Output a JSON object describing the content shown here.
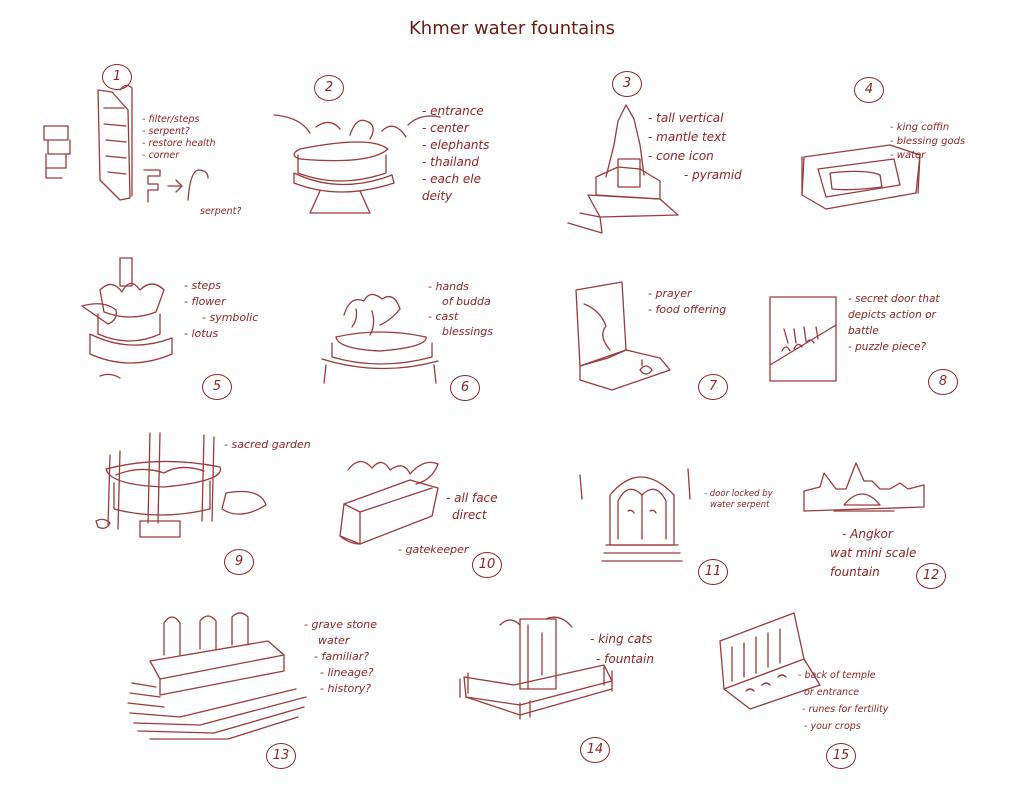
{
  "title": "Khmer water fountains",
  "sketches": [
    {
      "number": "1",
      "notes": [
        "- filter/steps",
        "- serpent?",
        "- restore health",
        "- corner"
      ],
      "extra": "serpent?"
    },
    {
      "number": "2",
      "notes": [
        "- entrance",
        "- center",
        "- elephants",
        "- thailand",
        "- each ele",
        "deity"
      ]
    },
    {
      "number": "3",
      "notes": [
        "- tall vertical",
        "- mantle text",
        "- cone icon",
        "- pyramid"
      ]
    },
    {
      "number": "4",
      "notes": [
        "- king coffin",
        "- blessing gods",
        "- water"
      ]
    },
    {
      "number": "5",
      "notes": [
        "- steps",
        "- flower",
        "- symbolic",
        "- lotus"
      ]
    },
    {
      "number": "6",
      "notes": [
        "- hands",
        "of budda",
        "- cast",
        "blessings"
      ]
    },
    {
      "number": "7",
      "notes": [
        "- prayer",
        "- food offering"
      ]
    },
    {
      "number": "8",
      "notes": [
        "- secret door that",
        "depicts action or",
        "battle",
        "- puzzle piece?"
      ]
    },
    {
      "number": "9",
      "notes": [
        "- sacred garden"
      ]
    },
    {
      "number": "10",
      "notes": [
        "- all face",
        "direct",
        "- gatekeeper"
      ]
    },
    {
      "number": "11",
      "notes": [
        "- door locked by",
        "water serpent"
      ]
    },
    {
      "number": "12",
      "notes": [
        "- Angkor",
        "wat mini scale",
        "fountain"
      ]
    },
    {
      "number": "13",
      "notes": [
        "- grave stone",
        "water",
        "- familiar?",
        "- lineage?",
        "- history?"
      ]
    },
    {
      "number": "14",
      "notes": [
        "- king cats",
        "- fountain"
      ]
    },
    {
      "number": "15",
      "notes": [
        "- back of temple",
        "or entrance",
        "- runes for fertility",
        "- your crops"
      ]
    }
  ]
}
